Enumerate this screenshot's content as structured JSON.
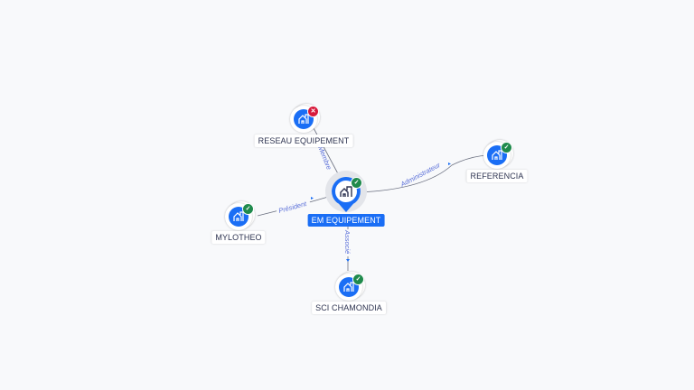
{
  "center": {
    "name": "EM EQUIPEMENT",
    "status": "active",
    "icon": "building-icon"
  },
  "nodes": [
    {
      "name": "RESEAU EQUIPEMENT",
      "status": "inactive",
      "relation": "Membre"
    },
    {
      "name": "REFERENCIA",
      "status": "active",
      "relation": "Administrateur"
    },
    {
      "name": "MYLOTHEO",
      "status": "active",
      "relation": "Président"
    },
    {
      "name": "SCI CHAMONDIA",
      "status": "active",
      "relation": "Associé"
    }
  ],
  "colors": {
    "accent": "#1a6ef5",
    "active": "#1f8a4c",
    "inactive": "#d7193b",
    "edge_label": "#5a6fd8"
  }
}
